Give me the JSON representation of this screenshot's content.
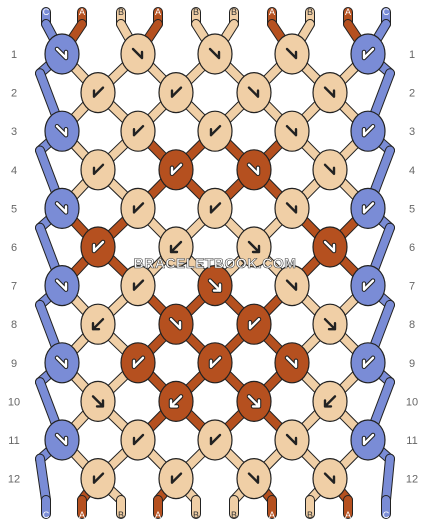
{
  "watermark": "BRACELETBOOK.COM",
  "colors": {
    "A": "#b5501f",
    "B": "#f0cfa6",
    "C": "#7a8cd6",
    "outline": "#222222",
    "label": "#666666"
  },
  "strings_top": [
    "C",
    "A",
    "B",
    "A",
    "B",
    "B",
    "A",
    "B",
    "A",
    "C"
  ],
  "strings_bottom": [
    "C",
    "A",
    "B",
    "A",
    "B",
    "B",
    "A",
    "B",
    "A",
    "C"
  ],
  "row_numbers": [
    "1",
    "2",
    "3",
    "4",
    "5",
    "6",
    "7",
    "8",
    "9",
    "10",
    "11",
    "12"
  ],
  "knot_rows": [
    [
      {
        "c": "C",
        "d": "f"
      },
      {
        "c": "B",
        "d": "f"
      },
      {
        "c": "B",
        "d": "f"
      },
      {
        "c": "B",
        "d": "f"
      },
      {
        "c": "C",
        "d": "b"
      }
    ],
    [
      {
        "c": "B",
        "d": "b"
      },
      {
        "c": "B",
        "d": "b"
      },
      {
        "c": "B",
        "d": "f"
      },
      {
        "c": "B",
        "d": "f"
      }
    ],
    [
      {
        "c": "C",
        "d": "f"
      },
      {
        "c": "B",
        "d": "b"
      },
      {
        "c": "B",
        "d": "b"
      },
      {
        "c": "B",
        "d": "f"
      },
      {
        "c": "C",
        "d": "b"
      }
    ],
    [
      {
        "c": "B",
        "d": "b"
      },
      {
        "c": "A",
        "d": "b"
      },
      {
        "c": "A",
        "d": "f"
      },
      {
        "c": "B",
        "d": "f"
      }
    ],
    [
      {
        "c": "C",
        "d": "f"
      },
      {
        "c": "B",
        "d": "b"
      },
      {
        "c": "B",
        "d": "b"
      },
      {
        "c": "B",
        "d": "f"
      },
      {
        "c": "C",
        "d": "b"
      }
    ],
    [
      {
        "c": "A",
        "d": "b"
      },
      {
        "c": "B",
        "d": "l"
      },
      {
        "c": "B",
        "d": "r"
      },
      {
        "c": "A",
        "d": "f"
      }
    ],
    [
      {
        "c": "C",
        "d": "f"
      },
      {
        "c": "B",
        "d": "b"
      },
      {
        "c": "A",
        "d": "r"
      },
      {
        "c": "B",
        "d": "f"
      },
      {
        "c": "C",
        "d": "b"
      }
    ],
    [
      {
        "c": "B",
        "d": "l"
      },
      {
        "c": "A",
        "d": "f"
      },
      {
        "c": "A",
        "d": "b"
      },
      {
        "c": "B",
        "d": "r"
      }
    ],
    [
      {
        "c": "C",
        "d": "f"
      },
      {
        "c": "A",
        "d": "b"
      },
      {
        "c": "A",
        "d": "b"
      },
      {
        "c": "A",
        "d": "f"
      },
      {
        "c": "C",
        "d": "b"
      }
    ],
    [
      {
        "c": "B",
        "d": "r"
      },
      {
        "c": "A",
        "d": "l"
      },
      {
        "c": "A",
        "d": "r"
      },
      {
        "c": "B",
        "d": "l"
      }
    ],
    [
      {
        "c": "C",
        "d": "f"
      },
      {
        "c": "B",
        "d": "b"
      },
      {
        "c": "B",
        "d": "b"
      },
      {
        "c": "B",
        "d": "f"
      },
      {
        "c": "C",
        "d": "b"
      }
    ],
    [
      {
        "c": "B",
        "d": "b"
      },
      {
        "c": "B",
        "d": "b"
      },
      {
        "c": "B",
        "d": "f"
      },
      {
        "c": "B",
        "d": "f"
      }
    ]
  ]
}
